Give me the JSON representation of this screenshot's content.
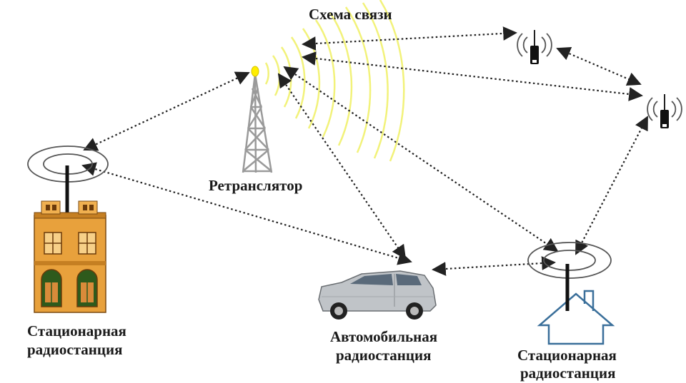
{
  "diagram": {
    "title": "Схема связи",
    "labels": {
      "repeater": "Ретранслятор",
      "station_left_line1": "Стационарная",
      "station_left_line2": "радиостанция",
      "car_line1": "Автомобильная",
      "car_line2": "радиостанция",
      "station_right_line1": "Стационарная",
      "station_right_line2": "радиостанция"
    },
    "icons": {
      "repeater": "radio-tower-icon",
      "station_left": "brick-building-icon",
      "car": "car-icon",
      "station_right": "house-outline-icon",
      "handheld_1": "handheld-radio-icon",
      "handheld_2": "handheld-radio-icon"
    },
    "colors": {
      "link": "#222222",
      "signal_waves": "#f2f27a",
      "tower": "#9a9a9a",
      "tower_light": "#ffee00",
      "building": "#e8a13c",
      "car": "#c0c4c8",
      "house": "#3a6f9a"
    }
  }
}
